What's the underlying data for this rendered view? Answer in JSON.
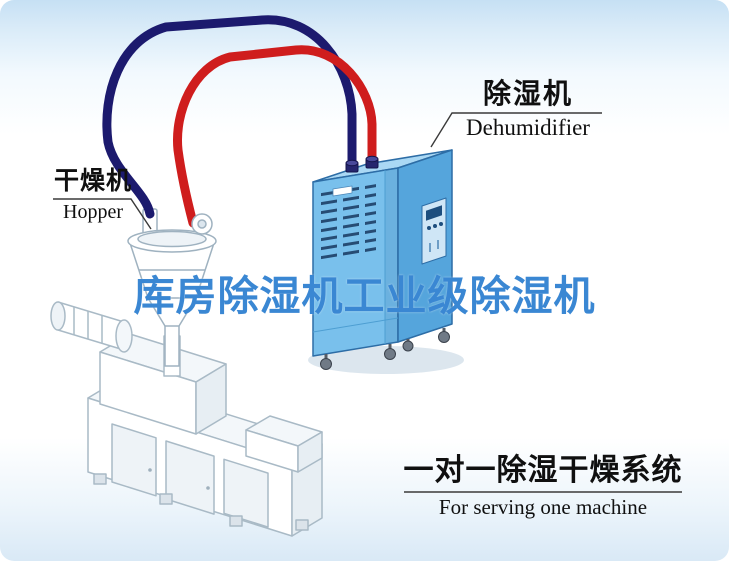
{
  "hopper_label": {
    "title": "干燥机",
    "subtitle": "Hopper"
  },
  "dehumidifier_label": {
    "title": "除湿机",
    "subtitle": "Dehumidifier"
  },
  "system_label": {
    "title": "一对一除湿干燥系统",
    "subtitle": "For serving one machine"
  },
  "watermark": {
    "text": "库房除湿机工业级除湿机",
    "color": "#3a87d3"
  },
  "diagram": {
    "components": [
      "hopper-dryer",
      "dehumidifier-cabinet",
      "extruder-machine",
      "supply-hose",
      "return-hose"
    ],
    "colors": {
      "supply_pipe": "#1c1a6e",
      "return_pipe": "#cf1d1d",
      "cabinet_front": "#79c0ec",
      "cabinet_side": "#55a5dc",
      "cabinet_top": "#aad8f4",
      "cabinet_edge": "#2d6da6",
      "machine_outline": "#a9bac6",
      "watermark_blue": "#3a87d3",
      "background_top": "#c6e0f4"
    }
  }
}
